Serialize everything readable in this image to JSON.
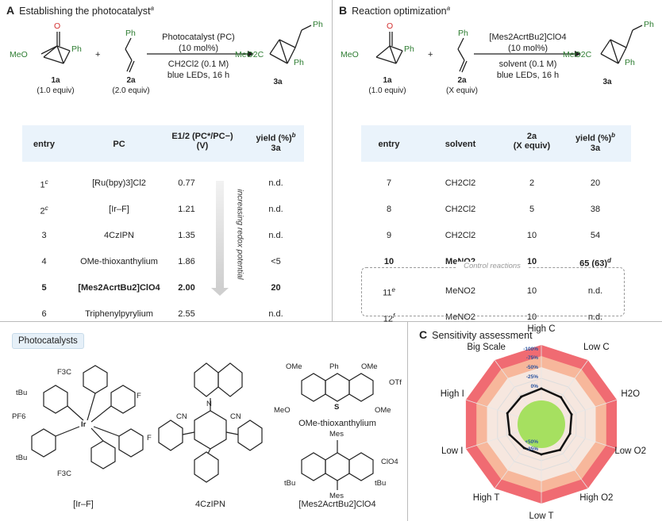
{
  "panelA": {
    "letter": "A",
    "title": "Establishing the photocatalyst",
    "title_sup": "a",
    "r1_label": "1a",
    "r1_equiv": "(1.0 equiv)",
    "r2_label": "2a",
    "r2_equiv": "(2.0 equiv)",
    "product_label": "3a",
    "cond1": "Photocatalyst (PC)",
    "cond2": "(10 mol%)",
    "cond3": "CH2Cl2 (0.1 M)",
    "cond4": "blue LEDs, 16 h",
    "th_entry": "entry",
    "th_pc": "PC",
    "th_e": "E1/2 (PC*/PC−)",
    "th_e_unit": "(V)",
    "th_yield": "yield (%)",
    "th_yield_sup": "b",
    "th_yield_sub": "3a",
    "arrow_note": "increasing redox potential",
    "rows": [
      {
        "entry": "1",
        "sup": "c",
        "pc": "[Ru(bpy)3]Cl2",
        "e": "0.77",
        "y": "n.d.",
        "bold": false
      },
      {
        "entry": "2",
        "sup": "c",
        "pc": "[Ir–F]",
        "e": "1.21",
        "y": "n.d.",
        "bold": false
      },
      {
        "entry": "3",
        "sup": "",
        "pc": "4CzIPN",
        "e": "1.35",
        "y": "n.d.",
        "bold": false
      },
      {
        "entry": "4",
        "sup": "",
        "pc": "OMe-thioxanthylium",
        "e": "1.86",
        "y": "<5",
        "bold": false
      },
      {
        "entry": "5",
        "sup": "",
        "pc": "[Mes2AcrtBu2]ClO4",
        "e": "2.00",
        "y": "20",
        "bold": true
      },
      {
        "entry": "6",
        "sup": "",
        "pc": "Triphenylpyrylium",
        "e": "2.55",
        "y": "n.d.",
        "bold": false
      }
    ]
  },
  "panelB": {
    "letter": "B",
    "title": "Reaction optimization",
    "title_sup": "a",
    "r1_label": "1a",
    "r1_equiv": "(1.0 equiv)",
    "r2_label": "2a",
    "r2_equiv": "(X equiv)",
    "product_label": "3a",
    "cond1": "[Mes2AcrtBu2]ClO4",
    "cond2": "(10 mol%)",
    "cond3": "solvent (0.1 M)",
    "cond4": "blue LEDs, 16 h",
    "th_entry": "entry",
    "th_solvent": "solvent",
    "th_2a": "2a",
    "th_2a_sub": "(X equiv)",
    "th_yield": "yield (%)",
    "th_yield_sup": "b",
    "th_yield_sub": "3a",
    "control_label": "Control reactions",
    "rows": [
      {
        "entry": "7",
        "sup": "",
        "solvent": "CH2Cl2",
        "x": "2",
        "y": "20",
        "bold": false
      },
      {
        "entry": "8",
        "sup": "",
        "solvent": "CH2Cl2",
        "x": "5",
        "y": "38",
        "bold": false
      },
      {
        "entry": "9",
        "sup": "",
        "solvent": "CH2Cl2",
        "x": "10",
        "y": "54",
        "bold": false
      },
      {
        "entry": "10",
        "sup": "",
        "solvent": "MeNO2",
        "x": "10",
        "y": "65 (63)",
        "ysup": "d",
        "bold": true
      },
      {
        "entry": "11",
        "sup": "e",
        "solvent": "MeNO2",
        "x": "10",
        "y": "n.d.",
        "bold": false
      },
      {
        "entry": "12",
        "sup": "f",
        "solvent": "MeNO2",
        "x": "10",
        "y": "n.d.",
        "bold": false
      }
    ]
  },
  "photocatalysts": {
    "header": "Photocatalysts",
    "names": [
      "[Ir–F]",
      "4CzIPN",
      "OMe-thioxanthylium",
      "[Mes2AcrtBu2]ClO4"
    ],
    "atoms": {
      "cf3": "F3C",
      "tbu": "tBu",
      "pf6": "PF6",
      "ir": "Ir",
      "f": "F",
      "n": "N",
      "cn": "CN",
      "ome": "OMe",
      "meo": "MeO",
      "ph": "Ph",
      "otf": "OTf",
      "s": "S",
      "mes": "Mes",
      "clo4": "ClO4"
    }
  },
  "panelC": {
    "letter": "C",
    "title": "Sensitivity assessment",
    "axes": [
      "High C",
      "Low C",
      "H2O",
      "Low O2",
      "High O2",
      "Low T",
      "High T",
      "Low I",
      "High I",
      "Big Scale"
    ],
    "pct_labels": [
      "-100%",
      "-75%",
      "-50%",
      "-25%",
      "0%",
      "-25%",
      "+50%"
    ],
    "values": [
      0.45,
      0.42,
      0.4,
      0.38,
      0.4,
      0.38,
      0.37,
      0.42,
      0.45,
      0.43
    ],
    "colors": {
      "outer": "#f06b72",
      "mid": "#f7b79b",
      "inner": "#f6e7df",
      "center": "#a6e060",
      "poly": "#111111"
    }
  },
  "scheme_atoms": {
    "meo": "MeO",
    "o": "O",
    "ph": "Ph",
    "plus": "+",
    "meo2c": "MeO2C"
  }
}
